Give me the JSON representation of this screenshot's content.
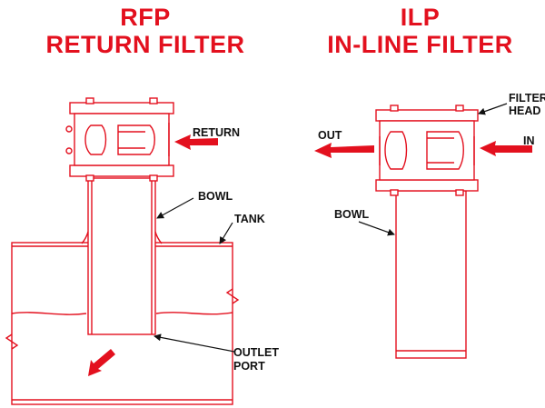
{
  "titles": {
    "left_line1": "RFP",
    "left_line2": "RETURN FILTER",
    "right_line1": "ILP",
    "right_line2": "IN-LINE FILTER"
  },
  "labels": {
    "return": "RETURN",
    "bowl_left": "BOWL",
    "tank": "TANK",
    "outlet_line1": "OUTLET",
    "outlet_line2": "PORT",
    "filter_line1": "FILTER",
    "filter_line2": "HEAD",
    "out": "OUT",
    "in": "IN",
    "bowl_right": "BOWL"
  },
  "colors": {
    "accent": "#e3101e",
    "label": "#111111",
    "background": "#ffffff"
  }
}
